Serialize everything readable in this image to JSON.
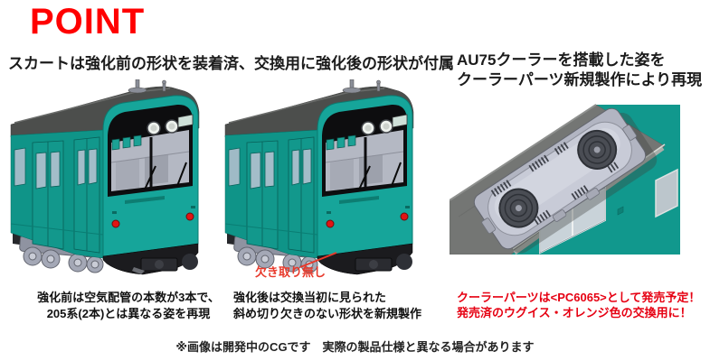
{
  "header": {
    "title": "POINT"
  },
  "skirt_section": {
    "heading": "スカートは強化前の形状を装着済、交換用に強化後の形状が付属",
    "annotation": "欠き取り無し",
    "before_caption": [
      "強化前は空気配管の本数が3本で、",
      "205系(2本)とは異なる姿を再現"
    ],
    "after_caption": [
      "強化後は交換当初に見られた",
      "斜め切り欠きのない形状を新規製作"
    ]
  },
  "cooler_section": {
    "heading": [
      "AU75クーラーを搭載した姿を",
      "クーラーパーツ新規製作により再現"
    ],
    "note": [
      "クーラーパーツは<PC6065>として発売予定！",
      "発売済のウグイス・オレンジ色の交換用に！"
    ]
  },
  "footer": {
    "disclaimer": "※画像は開発中のCGです　実際の製品仕様と異なる場合があります"
  },
  "colors": {
    "heading_red": "#ff0000",
    "note_red": "#e60012",
    "annotation_red": "#e8392b",
    "train_teal": "#14a096",
    "train_roof_dark": "#4c4e4c",
    "cooler_roof_gray": "#747674",
    "cooler_unit_gray": "#c8cbd7",
    "text_dark": "#1b1b1b"
  }
}
